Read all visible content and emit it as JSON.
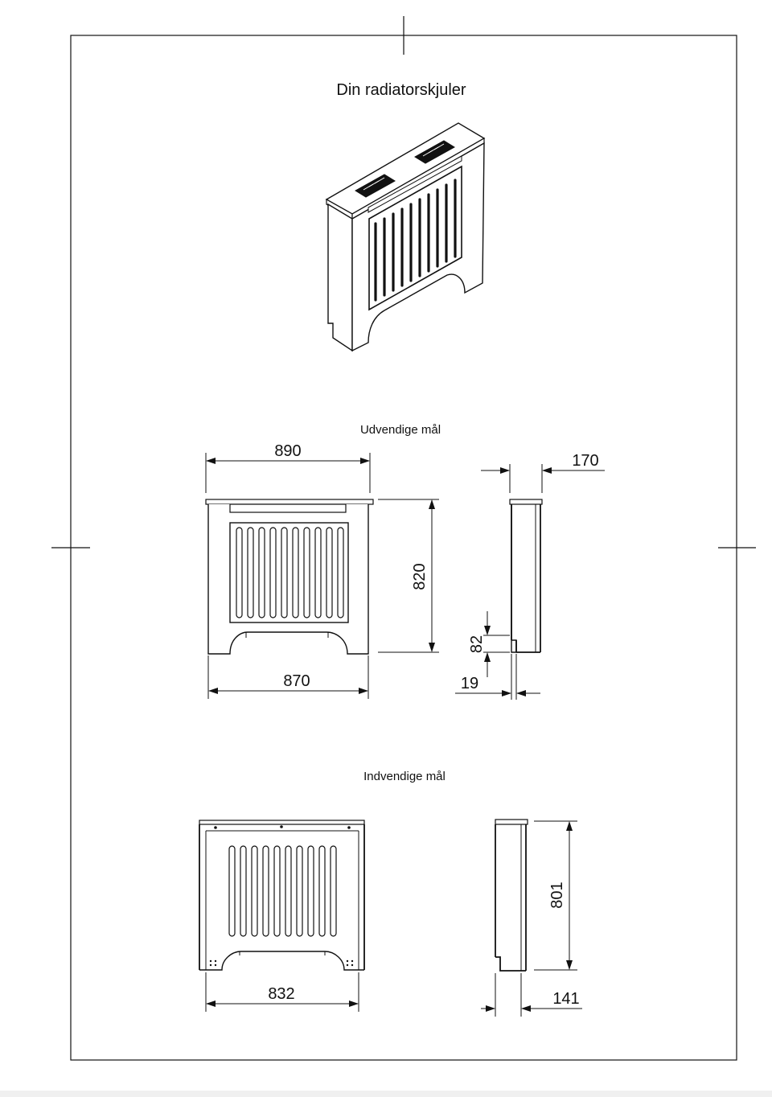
{
  "title": "Din radiatorskjuler",
  "external": {
    "heading": "Udvendige mål",
    "width_top": "890",
    "height": "820",
    "width_bottom": "870",
    "depth": "170",
    "foot_height": "82",
    "panel_thickness": "19"
  },
  "internal": {
    "heading": "Indvendige mål",
    "width": "832",
    "height": "801",
    "depth": "141"
  }
}
